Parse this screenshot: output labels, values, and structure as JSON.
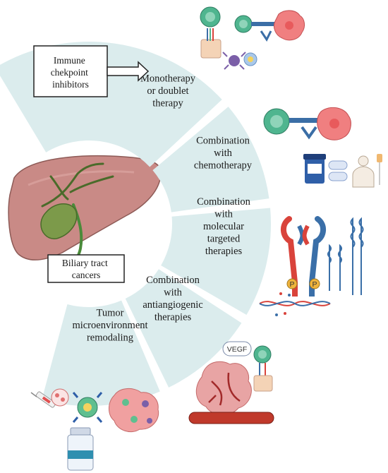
{
  "segments": [
    {
      "id": "mono",
      "lines": [
        "Monotherapy",
        "or doublet",
        "therapy"
      ]
    },
    {
      "id": "chemo",
      "lines": [
        "Combination",
        "with",
        "chemotherapy"
      ]
    },
    {
      "id": "targeted",
      "lines": [
        "Combination",
        "with",
        "molecular",
        "targeted",
        "therapies"
      ]
    },
    {
      "id": "angio",
      "lines": [
        "Combination",
        "with",
        "antiangiogenic",
        "therapies"
      ]
    },
    {
      "id": "tme",
      "lines": [
        "Tumor",
        "microenvironment",
        "remodaling"
      ]
    }
  ],
  "callouts": {
    "ici": [
      "Immune",
      "chekpoint",
      "inhibitors"
    ],
    "btc": [
      "Biliary tract",
      "cancers"
    ]
  },
  "icons": {
    "vegf": "VEGF",
    "phospho": "P"
  },
  "colors": {
    "segment_fill": "#dbeced",
    "liver": "#c98a86",
    "gallbladder": "#7c9a4a",
    "t_cell": "#4fb58f",
    "tumor_cell": "#f07f80",
    "receptor_red": "#d9433b",
    "receptor_blue": "#3a6fa8"
  }
}
